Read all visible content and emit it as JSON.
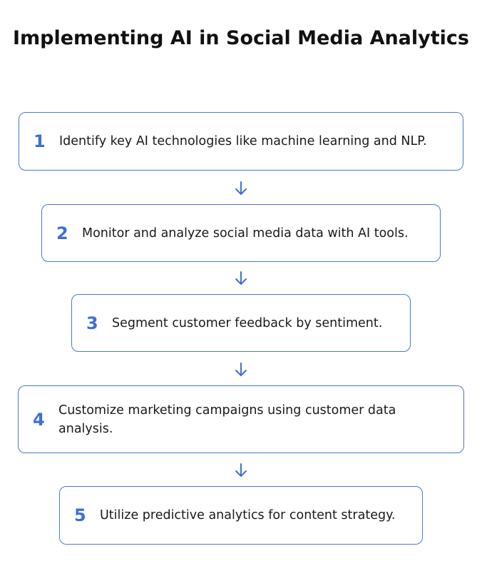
{
  "title": "Implementing AI in Social Media Analytics",
  "steps": [
    {
      "number": "1",
      "text": "Identify key AI technologies like machine learning and NLP."
    },
    {
      "number": "2",
      "text": "Monitor and analyze social media data with AI tools."
    },
    {
      "number": "3",
      "text": "Segment customer feedback by sentiment."
    },
    {
      "number": "4",
      "text": "Customize marketing campaigns using customer data analysis."
    },
    {
      "number": "5",
      "text": "Utilize predictive analytics for content strategy."
    }
  ],
  "colors": {
    "accent": "#3d6fd6",
    "border": "#4a76d8",
    "text": "#1a1a1a"
  },
  "icons": {
    "connector": "arrow-down-icon"
  }
}
